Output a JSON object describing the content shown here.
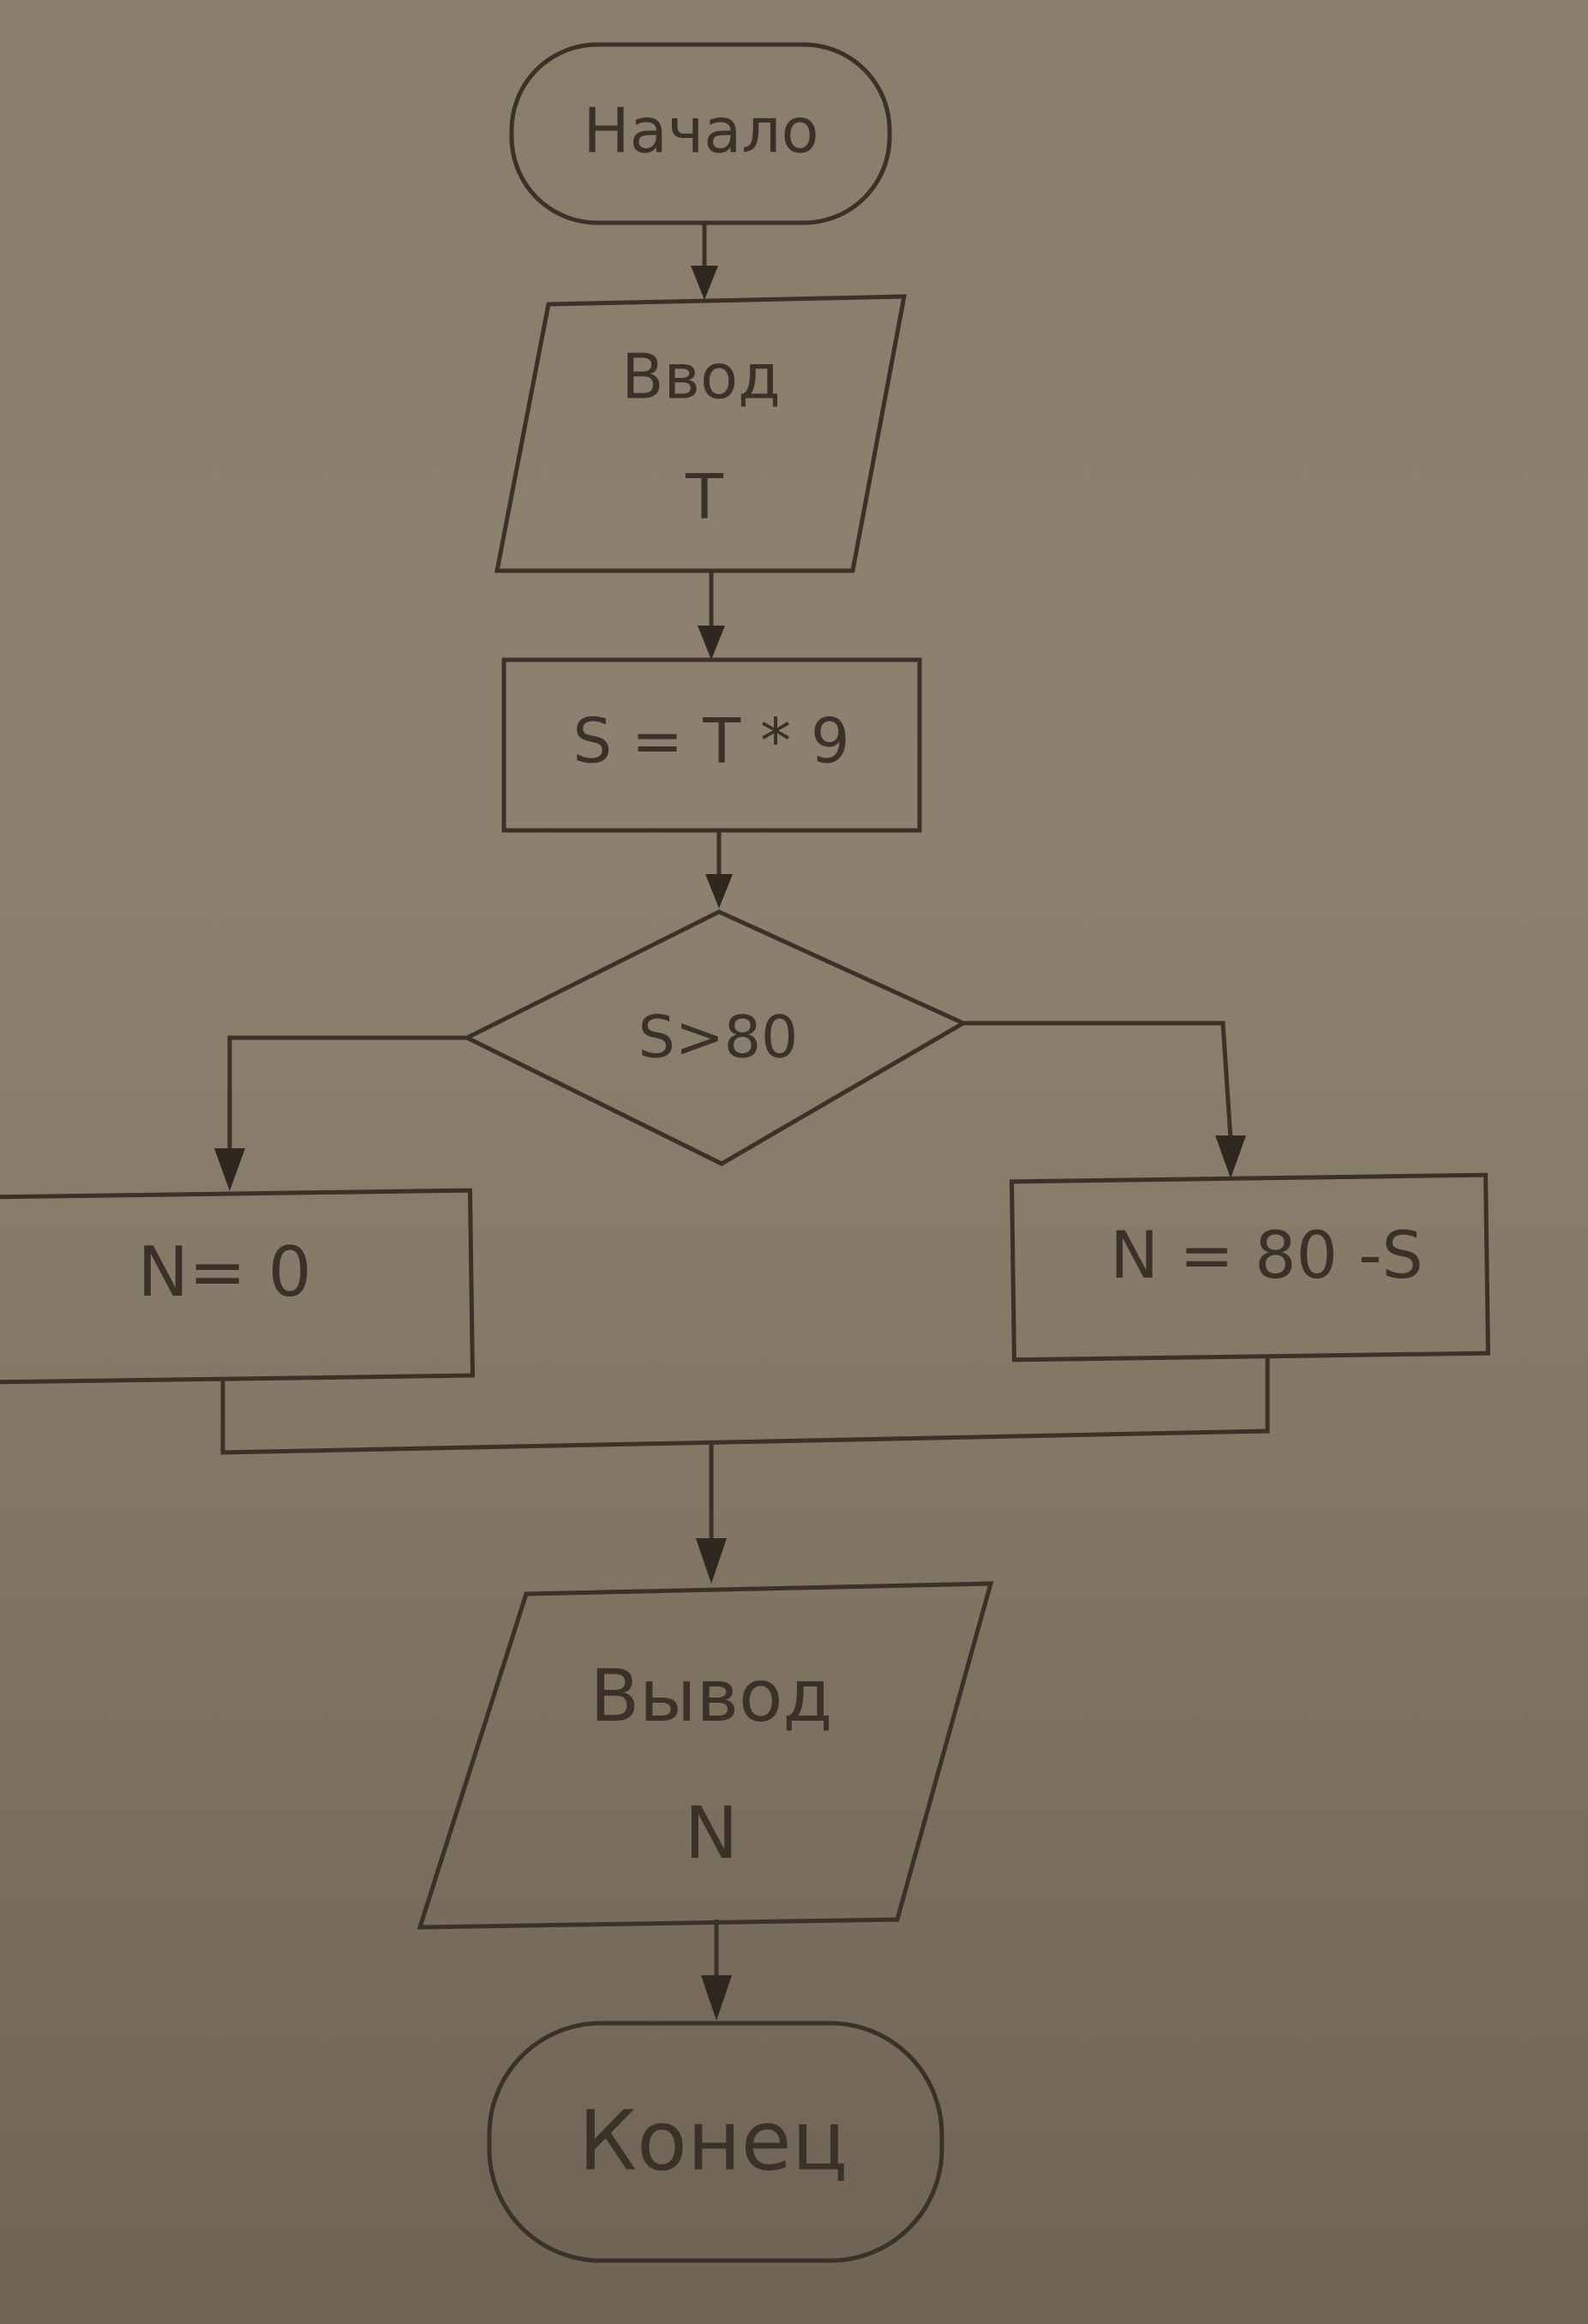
{
  "flowchart": {
    "start": "Начало",
    "input_label": "Ввод",
    "input_var": "T",
    "process_s": "S = T * 9",
    "condition": "S>80",
    "branch_left": "N= 0",
    "branch_right": "N = 80 -S",
    "output_label": "Вывод",
    "output_var": "N",
    "end": "Конец"
  },
  "colors": {
    "background": "#8a7d6c",
    "ink": "#3a3129"
  }
}
